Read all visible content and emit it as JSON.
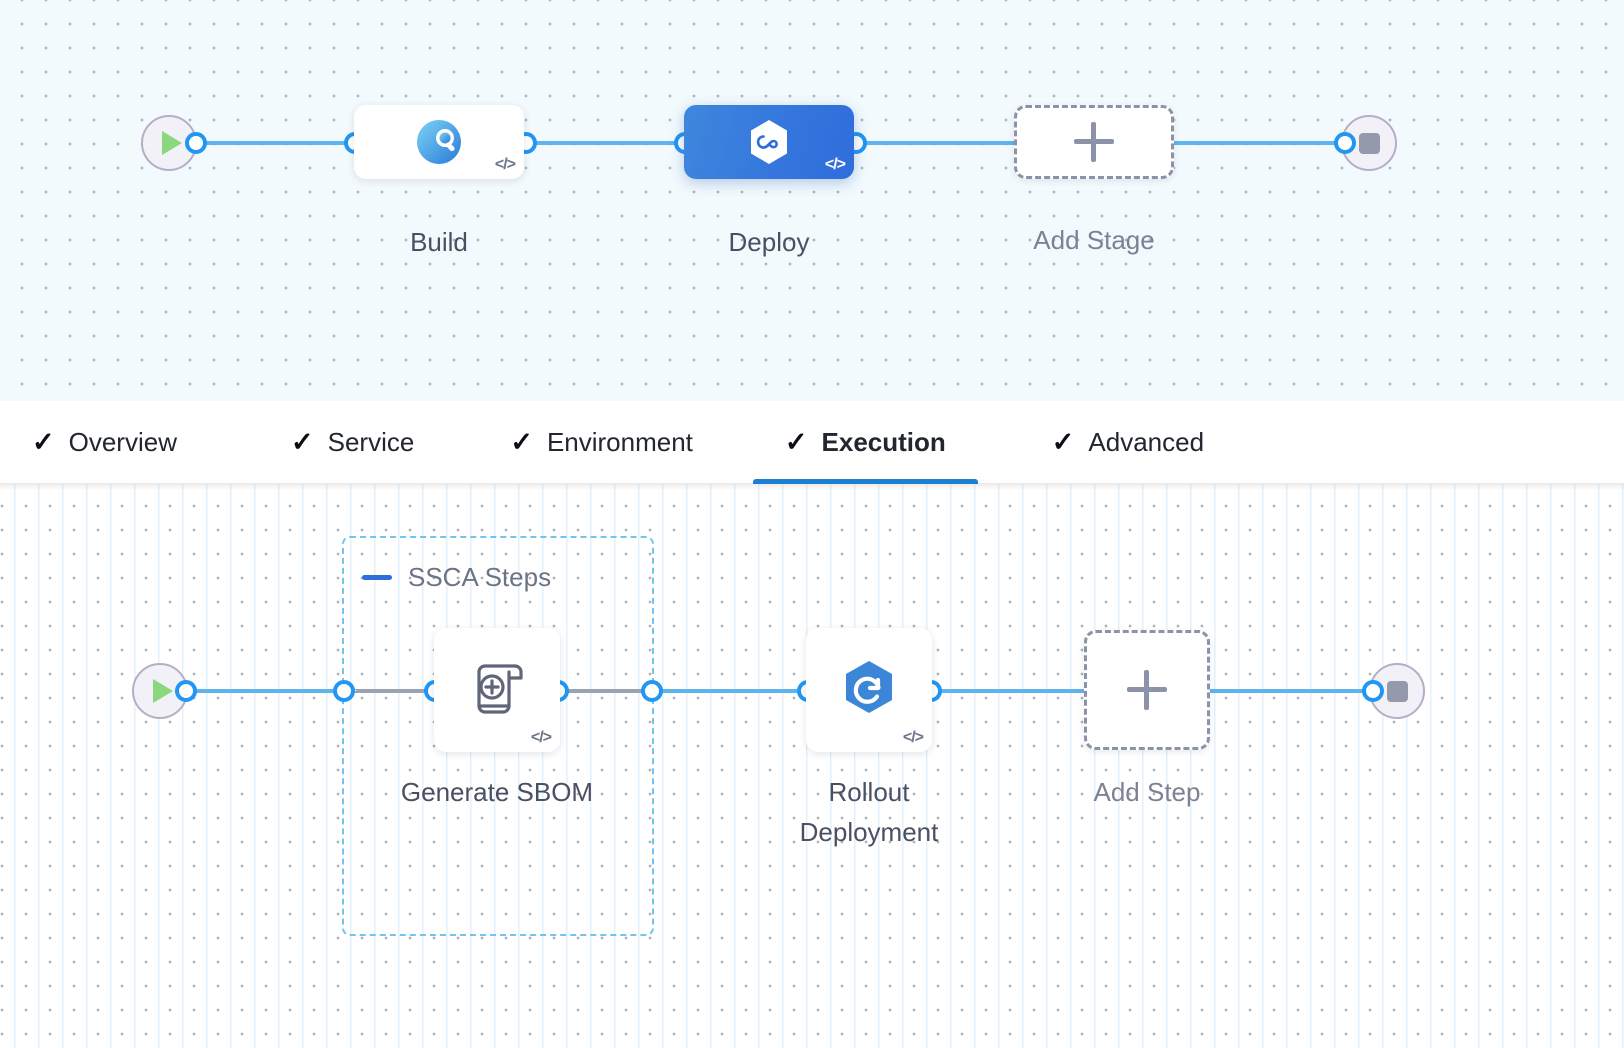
{
  "pipeline": {
    "stages_row": {
      "start_node": {
        "icon": "play-icon",
        "name": "pipeline-start"
      },
      "end_node": {
        "icon": "stop-icon",
        "name": "pipeline-end"
      },
      "stages": [
        {
          "label": "Build",
          "icon": "build-gradient-circle-icon",
          "badge": "</>",
          "selected": false
        },
        {
          "label": "Deploy",
          "icon": "harness-hexagon-infinity-icon",
          "badge": "</>",
          "selected": true
        }
      ],
      "add_stage": {
        "label": "Add Stage",
        "icon": "plus-icon"
      }
    },
    "tabs": [
      {
        "label": "Overview",
        "check": "✓",
        "active": false
      },
      {
        "label": "Service",
        "check": "✓",
        "active": false
      },
      {
        "label": "Environment",
        "check": "✓",
        "active": false
      },
      {
        "label": "Execution",
        "check": "✓",
        "active": true
      },
      {
        "label": "Advanced",
        "check": "✓",
        "active": false
      }
    ],
    "steps_row": {
      "start_node": {
        "icon": "play-icon",
        "name": "execution-start"
      },
      "end_node": {
        "icon": "stop-icon",
        "name": "execution-end"
      },
      "group": {
        "title": "SSCA Steps",
        "collapse_icon": "minus-icon",
        "expanded": true
      },
      "steps": [
        {
          "label": "Generate SBOM",
          "icon": "scroll-plus-icon",
          "badge": "</>",
          "in_group": true
        },
        {
          "label": "Rollout\nDeployment",
          "icon": "blue-hexagon-rollout-icon",
          "badge": "</>",
          "in_group": false
        }
      ],
      "add_step": {
        "label": "Add Step",
        "icon": "plus-icon"
      }
    }
  },
  "colors": {
    "edge": "#5fb4ee",
    "port_ring": "#2196f3",
    "selected_stage": "#3577dd",
    "group_border": "#73c3f0",
    "active_tab_underline": "#1b7fd4",
    "dashed_edge": "#9aa3b2"
  }
}
